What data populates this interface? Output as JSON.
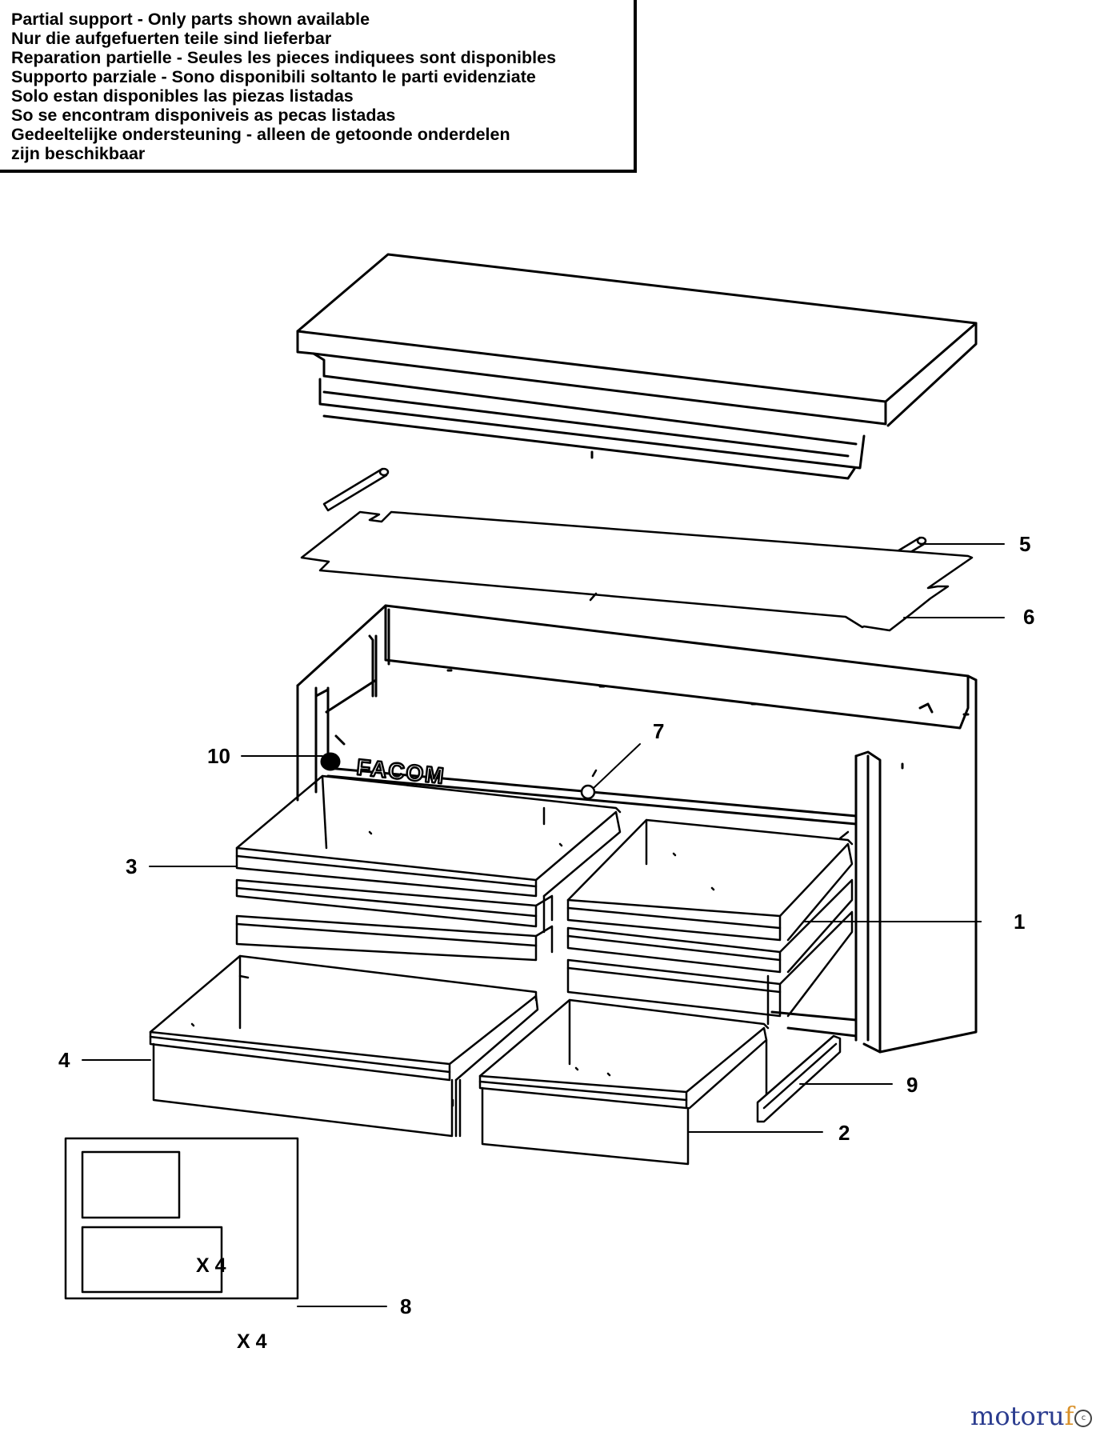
{
  "notice": {
    "lines": [
      "Partial support - Only parts shown available",
      "Nur die aufgefuerten teile sind lieferbar",
      "Reparation partielle - Seules les pieces indiquees sont disponibles",
      "Supporto parziale - Sono disponibili soltanto le parti evidenziate",
      "Solo estan disponibles las piezas listadas",
      "So se encontram disponiveis as pecas listadas",
      "Gedeeltelijke ondersteuning - alleen de getoonde onderdelen",
      "zijn beschikbaar"
    ]
  },
  "callouts": {
    "c1": "1",
    "c2": "2",
    "c3": "3",
    "c4": "4",
    "c5": "5",
    "c6": "6",
    "c7": "7",
    "c8": "8",
    "c9": "9",
    "c10": "10"
  },
  "inset": {
    "qty_small": "X 4",
    "qty_large": "X 4"
  },
  "brand_plate": "FACOM",
  "watermark": {
    "part_a": "motoru",
    "part_b": "f",
    "seal": "c"
  },
  "colors": {
    "line": "#000000",
    "background": "#ffffff",
    "watermark_blue": "#2b3c8f",
    "watermark_orange": "#d9912a"
  }
}
